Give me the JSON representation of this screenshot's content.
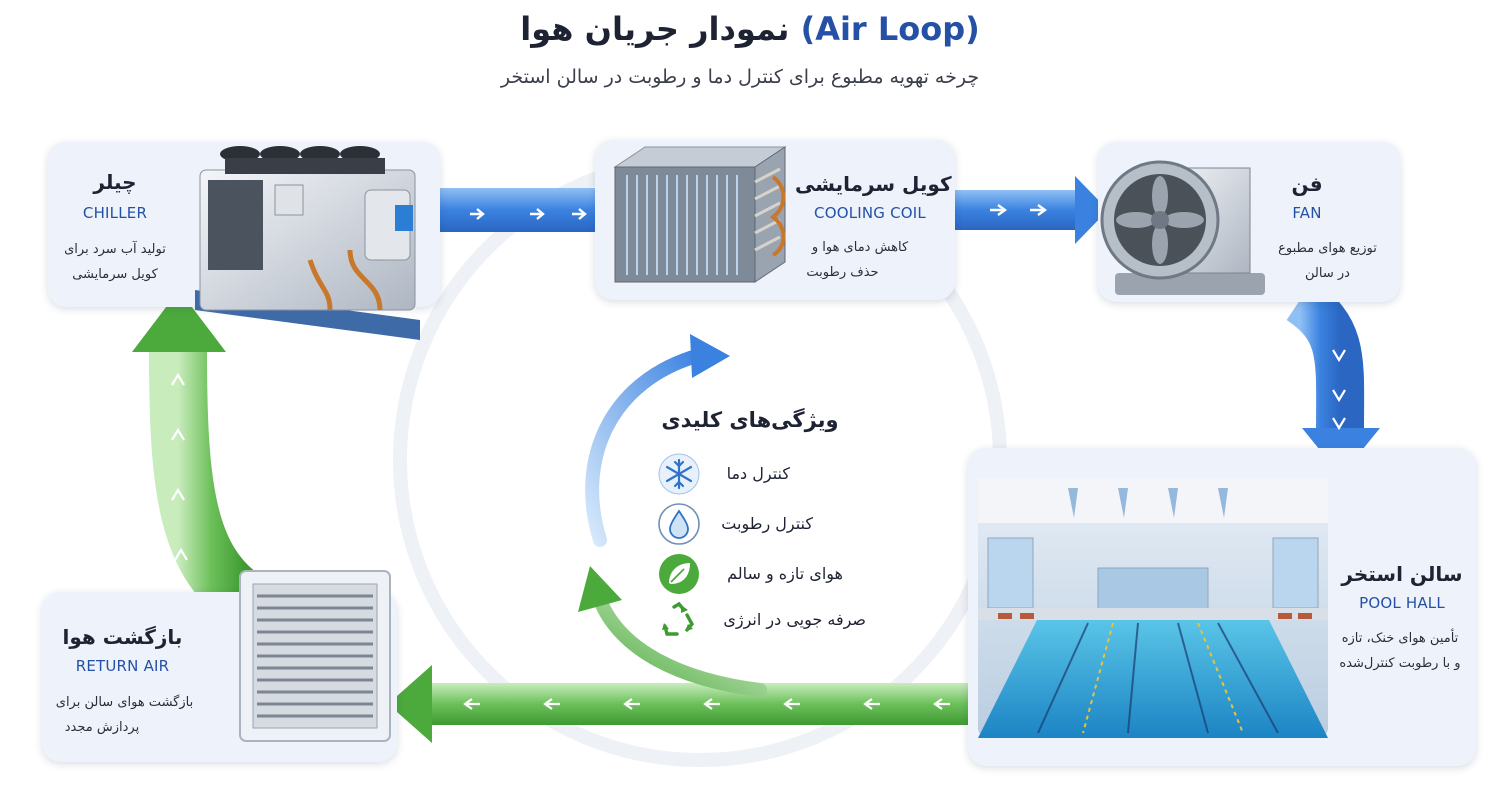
{
  "header": {
    "title_fa": "نمودار جریان هوا",
    "title_en": "(Air Loop)",
    "subtitle": "چرخه تهویه مطبوع برای کنترل دما و رطوبت در سالن استخر"
  },
  "components": {
    "chiller": {
      "name_fa": "چیلر",
      "name_en": "CHILLER",
      "desc_line1": "تولید آب سرد برای",
      "desc_line2": "کویل سرمایشی"
    },
    "cooling_coil": {
      "name_fa": "کویل سرمایشی",
      "name_en": "COOLING COIL",
      "desc_line1": "کاهش دمای هوا و",
      "desc_line2": "حذف رطوبت"
    },
    "fan": {
      "name_fa": "فن",
      "name_en": "FAN",
      "desc_line1": "توزیع هوای مطبوع",
      "desc_line2": "در سالن"
    },
    "pool_hall": {
      "name_fa": "سالن استخر",
      "name_en": "POOL HALL",
      "desc_line1": "تأمین هوای خنک، تازه",
      "desc_line2": "و با رطوبت کنترل‌شده"
    },
    "return_air": {
      "name_fa": "بازگشت هوا",
      "name_en": "RETURN AIR",
      "desc_line1": "بازگشت هوای سالن برای",
      "desc_line2": "پردازش مجدد"
    }
  },
  "features": {
    "title": "ویژگی‌های کلیدی",
    "items": [
      {
        "label": "کنترل دما",
        "icon": "snowflake-icon"
      },
      {
        "label": "کنترل رطوبت",
        "icon": "water-drop-icon"
      },
      {
        "label": "هوای تازه و سالم",
        "icon": "leaf-icon"
      },
      {
        "label": "صرفه جویی در انرژی",
        "icon": "recycle-icon"
      }
    ]
  },
  "colors": {
    "blue_flow": "#3b82e0",
    "green_flow": "#4caa3c",
    "title_blue": "#2451a6",
    "card_bg": "#eef2fa"
  }
}
